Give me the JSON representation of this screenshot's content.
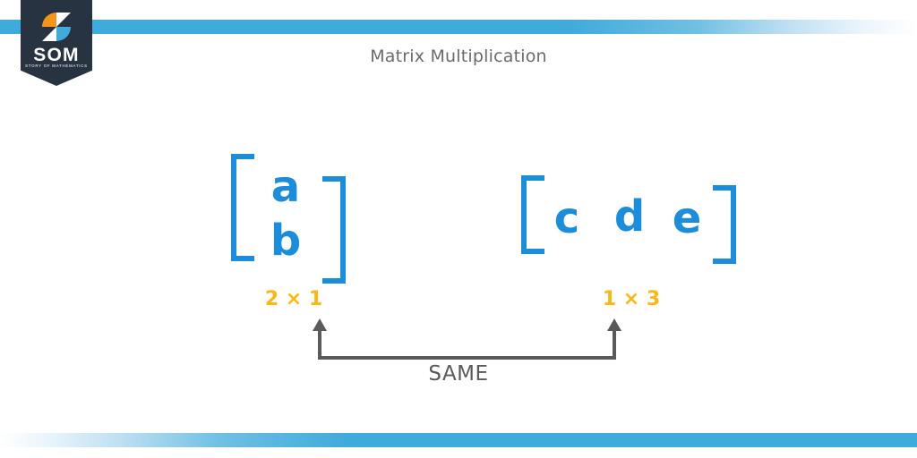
{
  "brand": {
    "name": "SOM",
    "tagline": "STORY OF MATHEMATICS",
    "mark_icon": "som-swirl-icon",
    "badge_color": "#273340",
    "mark_orange": "#F2951B",
    "mark_blue": "#3FAADC",
    "mark_white": "#FFFFFF"
  },
  "header": {
    "title": "Matrix Multiplication",
    "title_color": "#6b6b6b"
  },
  "decor": {
    "stripe_color": "#3FAADC"
  },
  "colors": {
    "matrix_blue": "#1B8DDA",
    "dimension_orange": "#FBB714",
    "connector_gray": "#5a5a5a"
  },
  "matrices": [
    {
      "id": "matrix-a",
      "rows": 2,
      "cols": 1,
      "entries": [
        [
          "a"
        ],
        [
          "b"
        ]
      ],
      "dimension_label": "2 × 1"
    },
    {
      "id": "matrix-b",
      "rows": 1,
      "cols": 3,
      "entries": [
        [
          "c",
          "d",
          "e"
        ]
      ],
      "dimension_label": "1 × 3"
    }
  ],
  "annotation": {
    "connector_label": "SAME",
    "left_arrow_icon": "arrow-up-icon",
    "right_arrow_icon": "arrow-up-icon"
  }
}
